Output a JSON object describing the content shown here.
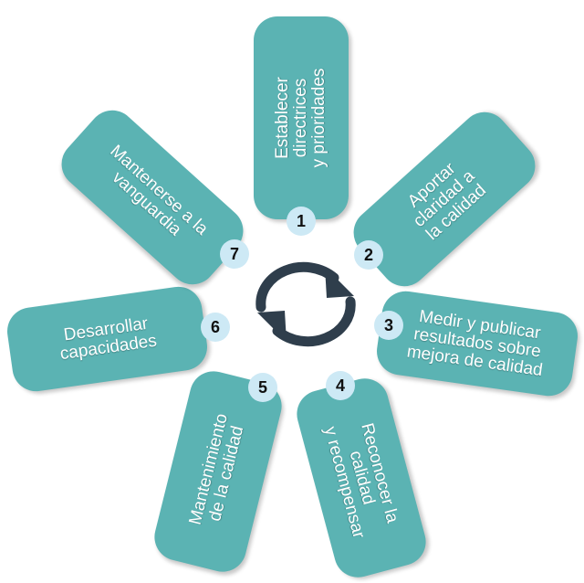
{
  "steps": [
    {
      "number": "1",
      "label": "Establecer\ndirectrices\ny prioridades"
    },
    {
      "number": "2",
      "label": "Aportar\nclaridad a\nla calidad"
    },
    {
      "number": "3",
      "label": "Medir y publicar\nresultados sobre\nmejora de calidad"
    },
    {
      "number": "4",
      "label": "Reconocer la\ncalidad\ny recompensar"
    },
    {
      "number": "5",
      "label": "Mantenimiento\nde la calidad"
    },
    {
      "number": "6",
      "label": "Desarrollar\ncapacidades"
    },
    {
      "number": "7",
      "label": "Mantenerse a la\nvanguardia"
    }
  ],
  "colors": {
    "petal": "#5bb3b3",
    "badge": "#cde9f5",
    "cycle_arrows": "#2f3e4c"
  },
  "center_icon": "cycle-arrows-icon"
}
